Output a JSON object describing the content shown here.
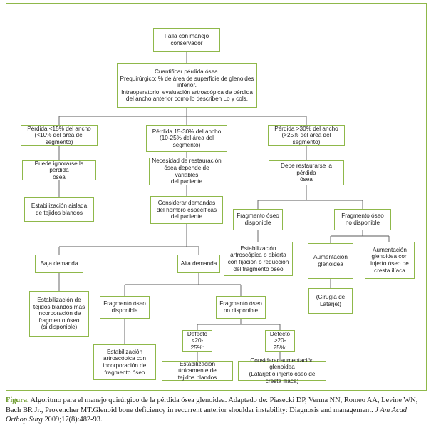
{
  "nodes": {
    "falla": "Falla con manejo\nconservador",
    "cuantificar": "Cuantificar pérdida ósea.\nPrequirúrgico: % de área de superficie de glenoides\ninferior.\nIntraoperatorio: evaluación artroscópica de pérdida\ndel ancho anterior como lo describen Lo y cols.",
    "perdida_menor": "Pérdida <15% del ancho\n(<10% del área del segmento)",
    "perdida_media": "Pérdida 15-30% del ancho\n(10-25% del área del\nsegmento)",
    "perdida_mayor": "Pérdida >30% del ancho\n(>25% del área del segmento)",
    "puede_ignorarse": "Puede ignorarse la pérdida\nósea",
    "necesidad": "Necesidad de restauración\nósea depende de variables\ndel paciente",
    "debe_restaurarse": "Debe restaurarse la pérdida\nósea",
    "estab_aislada": "Estabilización aislada\nde tejidos blandos",
    "considerar_demandas": "Considerar demandas\ndel hombro específicas\ndel paciente",
    "frag_disp_right": "Fragmento óseo\ndisponible",
    "frag_nodisp_right": "Fragmento óseo\nno disponible",
    "estab_artro_fijacion": "Estabilización\nartroscópica o abierta\ncon fijación o reducción\ndel fragmento óseo",
    "aumentacion_glenoidea": "Aumentación\nglenoidea",
    "aumentacion_injerto": "Aumentación\nglenoidea con\ninjerto óseo de\ncresta ilíaca",
    "cirugia_latarjet": "(Cirugía de\nLatarjet)",
    "baja_demanda": "Baja demanda",
    "alta_demanda": "Alta demanda",
    "estab_tejidos_frag": "Estabilización de\ntejidos blandos más\nincorporación de\nfragmento óseo\n(si disponible)",
    "frag_disp_mid": "Fragmento óseo\ndisponible",
    "frag_nodisp_mid": "Fragmento óseo\nno disponible",
    "estab_artro_incorp": "Estabilización\nartroscópica con\nincorporación de\nfragmento óseo",
    "defecto_menor": "Defecto\n<20-25%:",
    "defecto_mayor": "Defecto\n>20-25%:",
    "estab_unicamente": "Estabilización únicamente de\ntejidos blandos",
    "considerar_aumentacion": "Considerar aumentación glenoidea\n(Latarjet o injerto óseo de cresta ilíaca)"
  },
  "caption": {
    "label": "Figura.",
    "text": " Algoritmo para el manejo quirúrgico de la pérdida ósea glenoidea. Adaptado de: Piasecki DP, Verma NN, Romeo AA, Levine WN, Bach BR Jr., Provencher MT.Glenoid bone deficiency in recurrent anterior shoulder instability: Diagnosis and management. ",
    "journal": "J Am Acad Orthop Surg",
    "citation": " 2009;17(8):482-93."
  },
  "colors": {
    "line": "#8fb84a",
    "caption_label": "#6b9a2a"
  }
}
